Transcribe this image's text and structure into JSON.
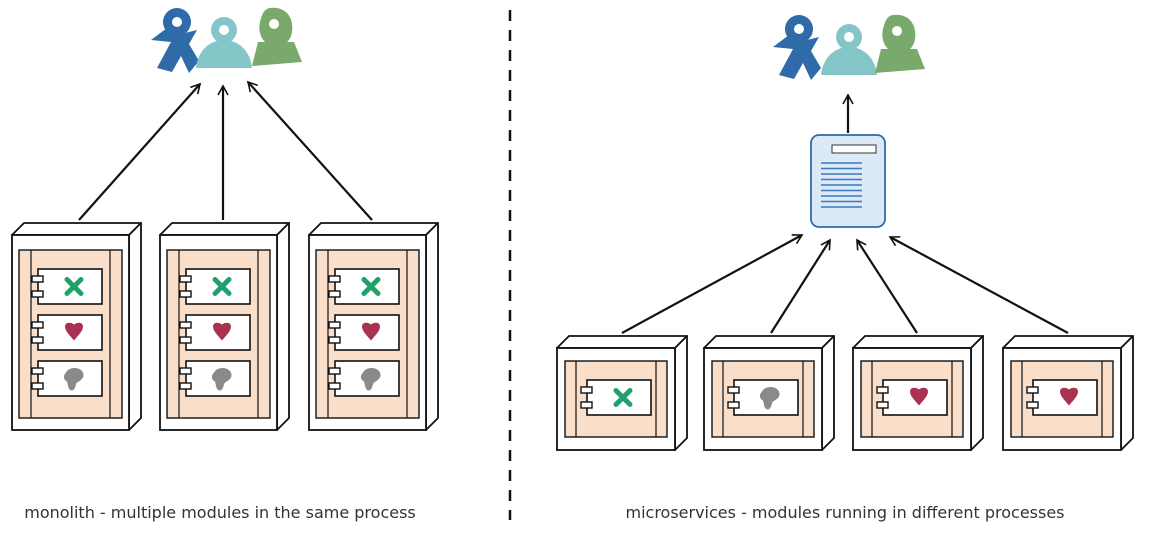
{
  "captions": {
    "monolith": "monolith - multiple modules in the same process",
    "microservices": "microservices - modules running in different processes"
  },
  "colors": {
    "user_dark_blue": "#2F6BA8",
    "user_teal": "#84C6C8",
    "user_green": "#79A96B",
    "process_fill": "#F9DEC9",
    "module_x": "#22A06B",
    "module_heart": "#A8324F",
    "module_blob": "#8A8A8A",
    "load_balancer_fill": "#DCEAF7",
    "load_balancer_lines": "#3A78C3"
  },
  "icons": {
    "users": [
      "person-icon",
      "person-icon",
      "person-icon"
    ],
    "module_symbols": [
      "x-icon",
      "heart-icon",
      "blob-icon"
    ],
    "router": "document-icon"
  },
  "monolith": {
    "instances": [
      {
        "modules": [
          "x",
          "heart",
          "blob"
        ]
      },
      {
        "modules": [
          "x",
          "heart",
          "blob"
        ]
      },
      {
        "modules": [
          "x",
          "heart",
          "blob"
        ]
      }
    ]
  },
  "microservices": {
    "services": [
      {
        "module": "x"
      },
      {
        "module": "blob"
      },
      {
        "module": "heart"
      },
      {
        "module": "heart"
      }
    ]
  }
}
